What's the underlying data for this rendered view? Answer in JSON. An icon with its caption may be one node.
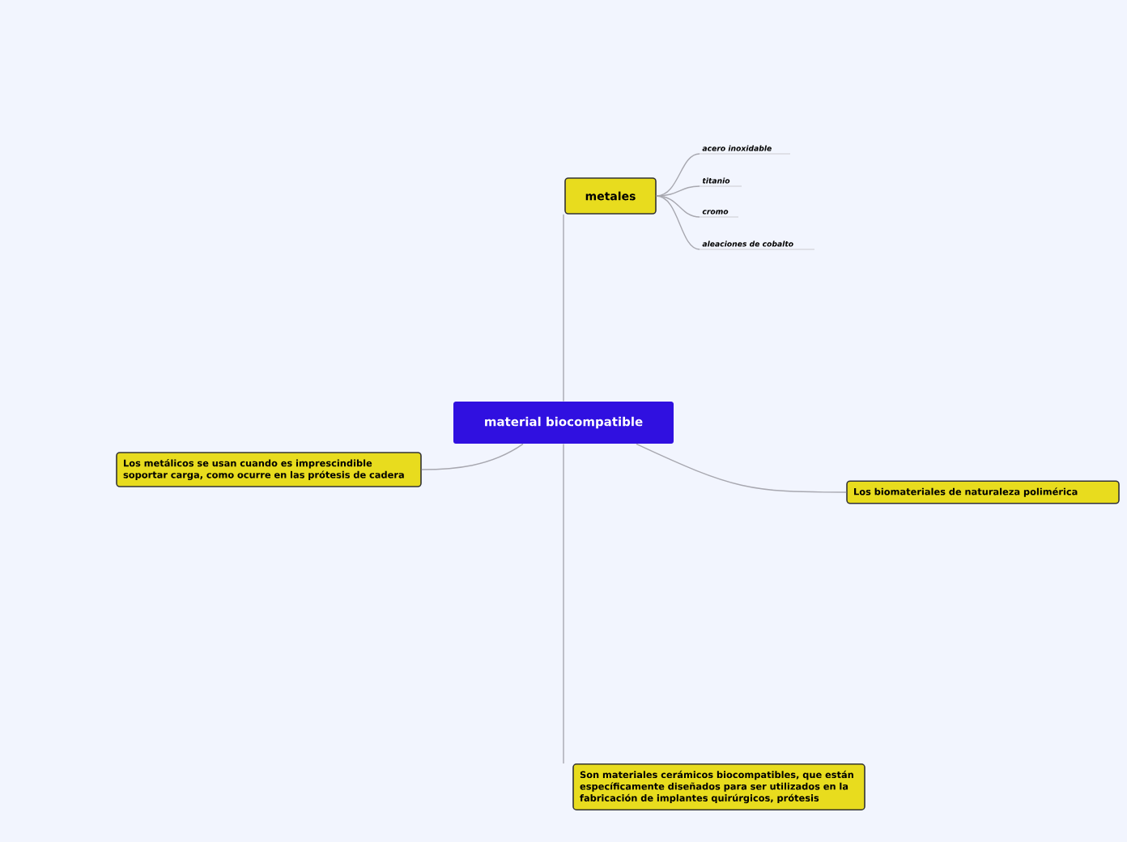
{
  "diagram": {
    "nodes": [
      {
        "text": [
          "material biocompatible"
        ]
      },
      {
        "text": [
          "metales"
        ]
      },
      {
        "text": [
          "acero inoxidable"
        ]
      },
      {
        "text": [
          "titanio"
        ]
      },
      {
        "text": [
          "cromo"
        ]
      },
      {
        "text": [
          "aleaciones de cobalto"
        ]
      },
      {
        "text": [
          "Los metálicos se usan cuando es imprescindible soportar carga, como ocurre en las prótesis de cadera"
        ]
      },
      {
        "text": [
          "Los biomateriales de naturaleza polimérica"
        ]
      },
      {
        "text": [
          "Son materiales cerámicos biocompatibles, que están específicamente diseñados para ser utilizados en la fabricación de implantes quirúrgicos, prótesis"
        ]
      }
    ],
    "edges": [
      {
        "from": 0,
        "to": 1,
        "arrow": "none"
      },
      {
        "from": 1,
        "to": 2,
        "arrow": "none"
      },
      {
        "from": 1,
        "to": 3,
        "arrow": "none"
      },
      {
        "from": 1,
        "to": 4,
        "arrow": "none"
      },
      {
        "from": 1,
        "to": 5,
        "arrow": "none"
      },
      {
        "from": 0,
        "to": 6,
        "arrow": "none"
      },
      {
        "from": 0,
        "to": 7,
        "arrow": "none"
      },
      {
        "from": 0,
        "to": 8,
        "arrow": "none"
      }
    ]
  }
}
